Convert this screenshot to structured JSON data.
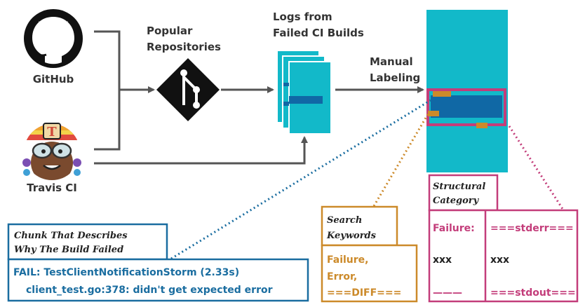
{
  "sources": {
    "github_label": "GitHub",
    "travis_label": "Travis CI"
  },
  "stages": {
    "repos_label_1": "Popular",
    "repos_label_2": "Repositories",
    "logs_label_1": "Logs from",
    "logs_label_2": "Failed CI Builds",
    "manual_label_1": "Manual",
    "manual_label_2": "Labeling"
  },
  "chunk": {
    "caption_1": "Chunk That Describes",
    "caption_2": "Why The Build Failed",
    "line_1": "FAIL: TestClientNotificationStorm (2.33s)",
    "line_2": "client_test.go:378: didn't get expected error"
  },
  "search": {
    "caption_1": "Search",
    "caption_2": "Keywords",
    "keyword_1": "Failure,",
    "keyword_2": "Error,",
    "keyword_3": "===DIFF==="
  },
  "structural": {
    "caption_1": "Structural",
    "caption_2": "Category",
    "col1": [
      "Failure:",
      "xxx",
      "———"
    ],
    "col2": [
      "===stderr===",
      "xxx",
      "===stdout==="
    ]
  },
  "colors": {
    "teal": "#12b9c9",
    "dark_blue": "#1068a5",
    "orange": "#cc8a2a",
    "pink": "#c33d7a",
    "chunk_blue": "#1a6da0",
    "arrow": "#555555"
  }
}
